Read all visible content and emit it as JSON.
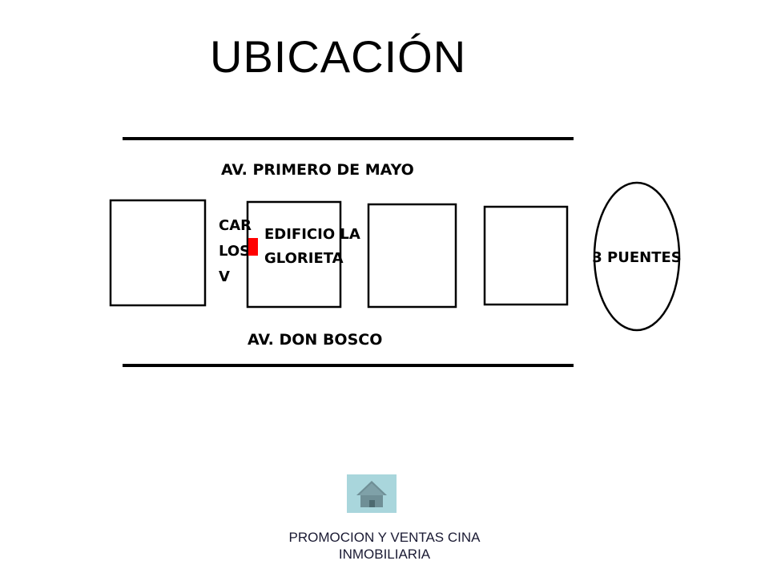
{
  "slide": {
    "title": "UBICACIÓN"
  },
  "map": {
    "street_top": "AV. PRIMERO DE MAYO",
    "street_bottom": "AV. DON BOSCO",
    "side_street": [
      "CAR",
      "LOS",
      "V"
    ],
    "building": [
      "EDIFICIO LA",
      "GLORIETA"
    ],
    "roundabout": "3 PUENTES",
    "marker_color": "#ff0000"
  },
  "home_button": {
    "icon": "home-icon",
    "background": "#a9d6dc"
  },
  "footer": {
    "line1": "PROMOCION Y VENTAS CINA",
    "line2": "INMOBILIARIA"
  }
}
